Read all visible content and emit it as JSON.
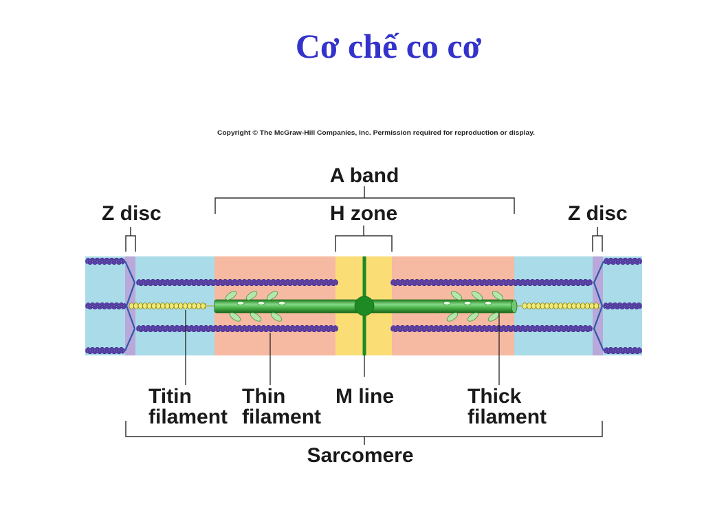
{
  "slide": {
    "title": "Cơ chế co cơ"
  },
  "figure": {
    "copyright": "Copyright © The McGraw-Hill Companies, Inc. Permission required for reproduction or display.",
    "labels": {
      "a_band": "A band",
      "h_zone": "H zone",
      "z_disc_left": "Z disc",
      "z_disc_right": "Z disc",
      "titin_filament": [
        "Titin",
        "filament"
      ],
      "thin_filament": [
        "Thin",
        "filament"
      ],
      "m_line": "M line",
      "thick_filament": [
        "Thick",
        "filament"
      ],
      "sarcomere": "Sarcomere"
    }
  },
  "colors": {
    "title": "#3333cc",
    "light_blue_region": "#a9dbe8",
    "salmon_region": "#f6b9a1",
    "yellow_region": "#fbdd76",
    "z_disc_stripe": "#b9a8d9",
    "z_disc_lines": "#2d5aa8",
    "thin_filament": "#5b3dac",
    "titin": "#f0e878",
    "m_line": "#1e8a24",
    "myosin_head": "#b5e6ad"
  }
}
